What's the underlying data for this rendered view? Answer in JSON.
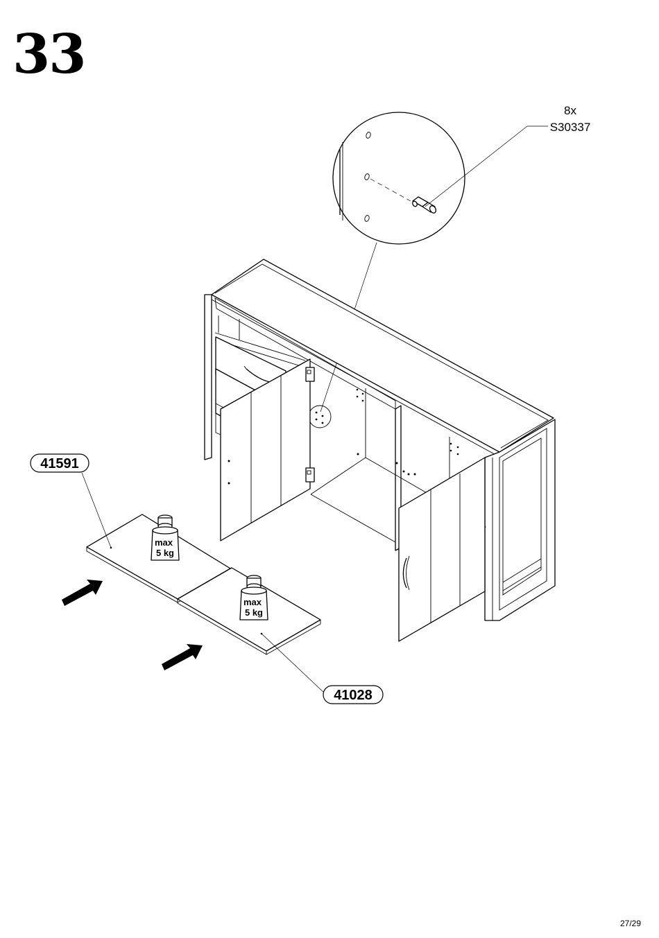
{
  "step": {
    "number": "33"
  },
  "hardware": {
    "quantity": "8x",
    "code": "S30337"
  },
  "parts": [
    {
      "id": "41591"
    },
    {
      "id": "41028"
    }
  ],
  "weights": [
    {
      "line1": "max",
      "line2": "5 kg"
    },
    {
      "line1": "max",
      "line2": "5 kg"
    }
  ],
  "page": {
    "label": "27/29"
  }
}
